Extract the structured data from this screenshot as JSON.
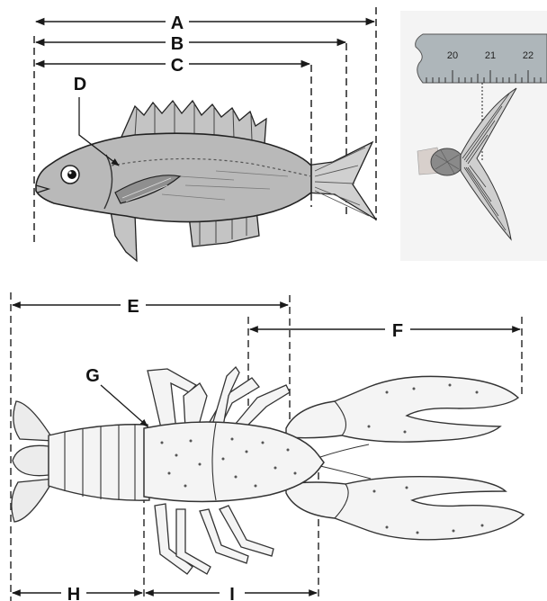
{
  "fish": {
    "labels": {
      "a": "A",
      "b": "B",
      "c": "C",
      "d": "D"
    }
  },
  "ruler": {
    "ticks": [
      "20",
      "21",
      "22"
    ]
  },
  "crayfish": {
    "labels": {
      "e": "E",
      "f": "F",
      "g": "G",
      "h": "H",
      "i": "I"
    }
  },
  "colors": {
    "fish_body": "#b9b9b9",
    "ruler": "#aeb6ba",
    "line": "#1a1a1a",
    "crayfish_fill": "#f4f4f4"
  }
}
